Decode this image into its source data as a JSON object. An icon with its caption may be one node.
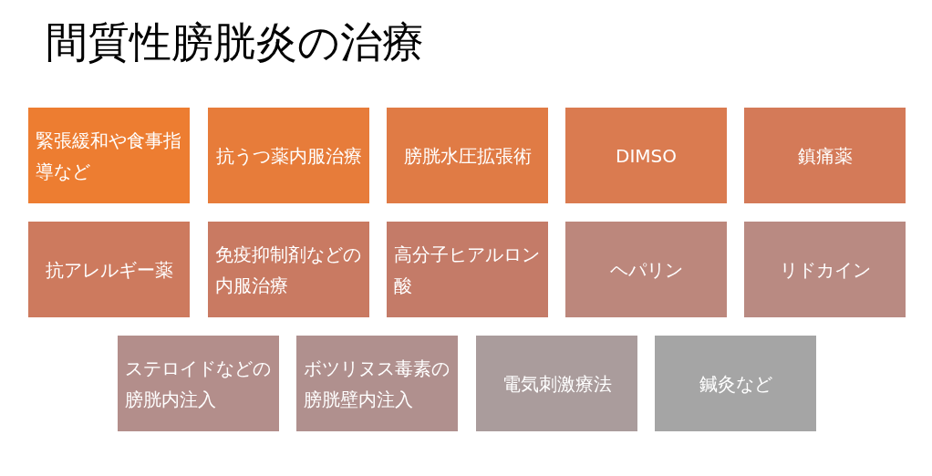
{
  "diagram": {
    "title": "間質性膀胱炎の治療",
    "nodes": [
      {
        "text": [
          "緊張緩和や食事指導など"
        ]
      },
      {
        "text": [
          "抗うつ薬内服治療"
        ]
      },
      {
        "text": [
          "膀胱水圧拡張術"
        ]
      },
      {
        "text": [
          "DIMSO"
        ]
      },
      {
        "text": [
          "鎮痛薬"
        ]
      },
      {
        "text": [
          "抗アレルギー薬"
        ]
      },
      {
        "text": [
          "免疫抑制剤などの内服治療"
        ]
      },
      {
        "text": [
          "高分子ヒアルロン酸"
        ]
      },
      {
        "text": [
          "ヘパリン"
        ]
      },
      {
        "text": [
          "リドカイン"
        ]
      },
      {
        "text": [
          "ステロイドなどの膀胱内注入"
        ]
      },
      {
        "text": [
          "ボツリヌス毒素の膀胱壁内注入"
        ]
      },
      {
        "text": [
          "電気刺激療法"
        ]
      },
      {
        "text": [
          "鍼灸など"
        ]
      }
    ],
    "edges": []
  }
}
